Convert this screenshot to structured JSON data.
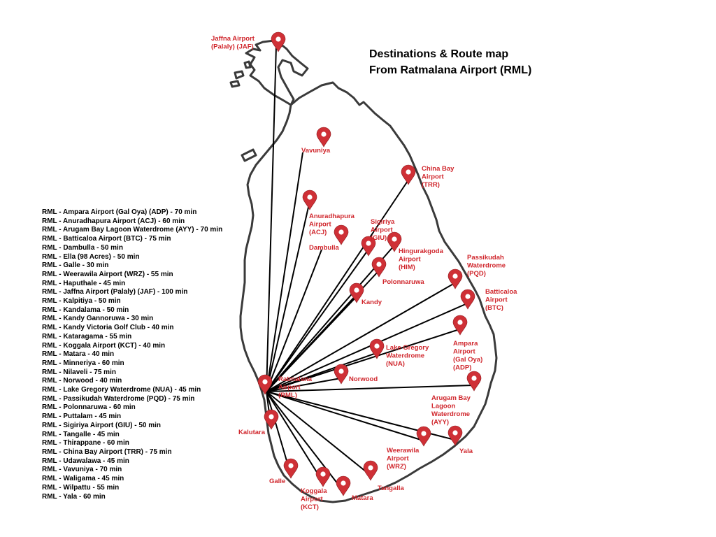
{
  "title": {
    "line1": "Destinations & Route map",
    "line2": "From Ratmalana Airport (RML)"
  },
  "colors": {
    "pin": "#cf3036",
    "label": "#d0262c",
    "route": "#000000",
    "coast": "#3a3a3a"
  },
  "routes": [
    "RML - Ampara Airport (Gal Oya) (ADP) - 70 min",
    "RML - Anuradhapura Airport (ACJ) - 60 min",
    "RML - Arugam Bay Lagoon Waterdrome (AYY) - 70 min",
    "RML - Batticaloa Airport (BTC) - 75 min",
    "RML - Dambulla - 50 min",
    "RML - Ella (98 Acres) - 50 min",
    "RML - Galle - 30 min",
    "RML - Weerawila Airport (WRZ) - 55 min",
    "RML - Haputhale - 45 min",
    "RML - Jaffna Airport (Palaly) (JAF) - 100 min",
    "RML - Kalpitiya - 50 min",
    "RML - Kandalama - 50 min",
    "RML - Kandy Gannoruwa - 30 min",
    "RML - Kandy Victoria Golf Club - 40 min",
    "RML - Kataragama - 55 min",
    "RML - Koggala Airport (KCT) - 40 min",
    "RML - Matara - 40 min",
    "RML - Minneriya - 60 min",
    "RML - Nilaveli - 75 min",
    "RML - Norwood - 40 min",
    "RML - Lake Gregory Waterdrome (NUA) - 45 min",
    "RML - Passikudah Waterdrome (PQD) - 75 min",
    "RML - Polonnaruwa - 60 min",
    "RML - Puttalam - 45 min",
    "RML - Sigiriya Airport (GIU) - 50 min",
    "RML - Tangalle - 45 min",
    "RML - Thirappane - 60 min",
    "RML - China Bay Airport (TRR) - 75 min",
    "RML - Udawalawa - 45 min",
    "RML - Vavuniya - 70 min",
    "RML - Waligama - 45 min",
    "RML - Wilpattu - 55 min",
    "RML - Yala - 60 min"
  ],
  "hub": {
    "lines": [
      "Ratmalana",
      "Airport",
      "(RML)"
    ]
  },
  "destinations": [
    {
      "id": "jaf",
      "lines": [
        "Jaffna Airport",
        "(Palaly) (JAF)"
      ]
    },
    {
      "id": "vav",
      "lines": [
        "Vavuniya"
      ]
    },
    {
      "id": "trr",
      "lines": [
        "China Bay",
        "Airport",
        "(TRR)"
      ]
    },
    {
      "id": "acj",
      "lines": [
        "Anuradhapura",
        "Airport",
        "(ACJ)"
      ]
    },
    {
      "id": "dam",
      "lines": [
        "Dambulla"
      ]
    },
    {
      "id": "giu",
      "lines": [
        "Sigiriya",
        "Airport",
        "(GIU)"
      ]
    },
    {
      "id": "him",
      "lines": [
        "Hingurakgoda",
        "Airport",
        "(HIM)"
      ]
    },
    {
      "id": "pol",
      "lines": [
        "Polonnaruwa"
      ]
    },
    {
      "id": "pqd",
      "lines": [
        "Passikudah",
        "Waterdrome",
        "(PQD)"
      ]
    },
    {
      "id": "kan",
      "lines": [
        "Kandy"
      ]
    },
    {
      "id": "btc",
      "lines": [
        "Batticaloa",
        "Airport",
        "(BTC)"
      ]
    },
    {
      "id": "adp",
      "lines": [
        "Ampara",
        "Airport",
        "(Gal Oya)",
        "(ADP)"
      ]
    },
    {
      "id": "nua",
      "lines": [
        "Lake Gregory",
        "Waterdrome",
        "(NUA)"
      ]
    },
    {
      "id": "nor",
      "lines": [
        "Norwood"
      ]
    },
    {
      "id": "ayy",
      "lines": [
        "Arugam Bay",
        "Lagoon",
        "Waterdrome",
        "(AYY)"
      ]
    },
    {
      "id": "kal",
      "lines": [
        "Kalutara"
      ]
    },
    {
      "id": "yal",
      "lines": [
        "Yala"
      ]
    },
    {
      "id": "wrz",
      "lines": [
        "Weerawila",
        "Airport",
        "(WRZ)"
      ]
    },
    {
      "id": "gal",
      "lines": [
        "Galle"
      ]
    },
    {
      "id": "kct",
      "lines": [
        "Koggala",
        "Airport",
        "(KCT)"
      ]
    },
    {
      "id": "mat",
      "lines": [
        "Matara"
      ]
    },
    {
      "id": "tan",
      "lines": [
        "Tangalla"
      ]
    }
  ]
}
